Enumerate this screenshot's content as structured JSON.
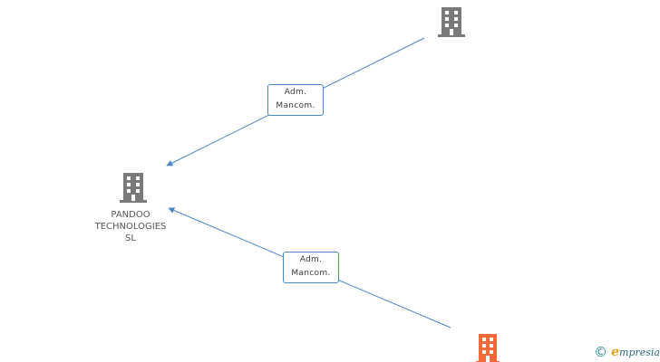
{
  "nodes": [
    {
      "id": "top-company",
      "label": [],
      "color": "#7a7a7a"
    },
    {
      "id": "pandoo",
      "label": [
        "PANDOO",
        "TECHNOLOGIES",
        "SL"
      ],
      "color": "#7a7a7a"
    },
    {
      "id": "bottom-company",
      "label": [],
      "color": "#f26a3a"
    }
  ],
  "edges": [
    {
      "label_line1": "Adm.",
      "label_line2": "Mancom."
    },
    {
      "label_line1": "Adm.",
      "label_line2": "Mancom."
    }
  ],
  "colors": {
    "edge": "#4a86c8",
    "building": "#7a7a7a",
    "highlight": "#f26a3a"
  },
  "branding": {
    "copyright_symbol": "©",
    "name_initial": "e",
    "name_rest": "mpresia"
  }
}
